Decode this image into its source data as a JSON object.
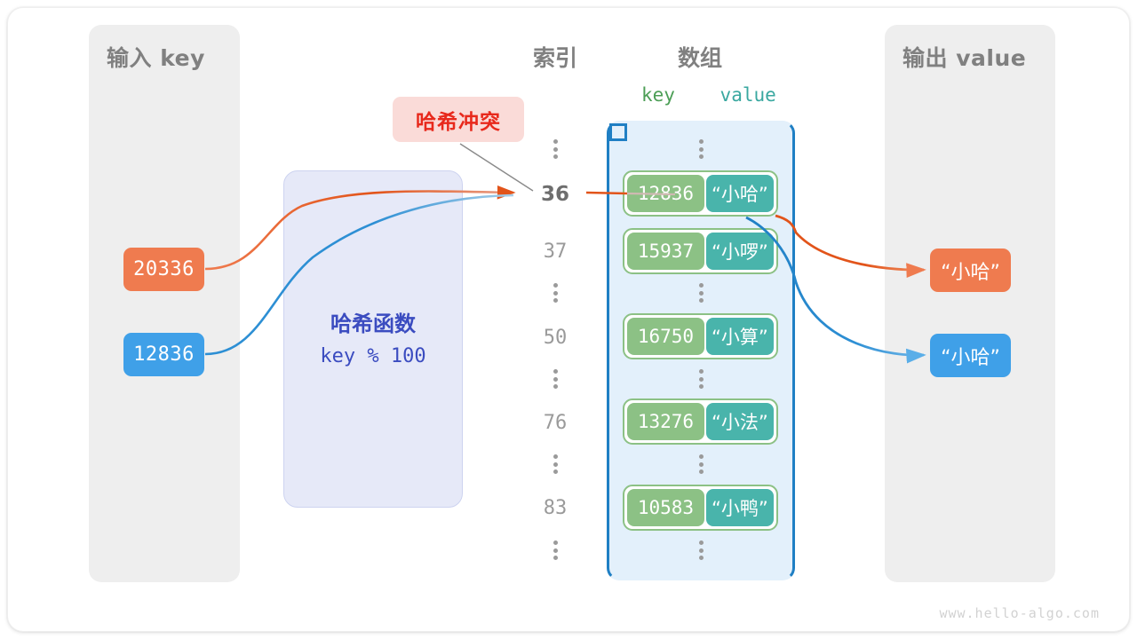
{
  "diagram": {
    "watermark": "www.hello-algo.com",
    "colors": {
      "panel_bg": "#eeeeee",
      "hash_bg": "#e6e9f8",
      "hash_text": "#3b4cc0",
      "array_bg": "#e3f0fb",
      "array_border": "#1f7fc4",
      "key_cell": "#8cc185",
      "value_cell": "#49b4ab",
      "orange": "#ef7b4f",
      "blue": "#3fa0e8",
      "collision_bg": "#fadbd8",
      "collision_text": "#e8291c",
      "label_gray": "#808080"
    }
  },
  "input_panel": {
    "title": "输入 key",
    "keys": [
      {
        "label": "20336",
        "color": "orange"
      },
      {
        "label": "12836",
        "color": "blue"
      }
    ]
  },
  "hash_function": {
    "title": "哈希函数",
    "formula": "key % 100"
  },
  "collision": {
    "label": "哈希冲突"
  },
  "index_column": {
    "title": "索引",
    "entries": [
      {
        "type": "dots"
      },
      {
        "type": "index",
        "label": "36",
        "highlight": true
      },
      {
        "type": "index",
        "label": "37",
        "highlight": false
      },
      {
        "type": "dots"
      },
      {
        "type": "index",
        "label": "50",
        "highlight": false
      },
      {
        "type": "dots"
      },
      {
        "type": "index",
        "label": "76",
        "highlight": false
      },
      {
        "type": "dots"
      },
      {
        "type": "index",
        "label": "83",
        "highlight": false
      },
      {
        "type": "dots"
      }
    ]
  },
  "array_column": {
    "title": "数组",
    "legend_key": "key",
    "legend_value": "value",
    "rows": [
      {
        "type": "dots"
      },
      {
        "type": "pair",
        "key": "12836",
        "value": "“小哈”"
      },
      {
        "type": "pair",
        "key": "15937",
        "value": "“小啰”"
      },
      {
        "type": "dots"
      },
      {
        "type": "pair",
        "key": "16750",
        "value": "“小算”"
      },
      {
        "type": "dots"
      },
      {
        "type": "pair",
        "key": "13276",
        "value": "“小法”"
      },
      {
        "type": "dots"
      },
      {
        "type": "pair",
        "key": "10583",
        "value": "“小鸭”"
      },
      {
        "type": "dots"
      }
    ]
  },
  "output_panel": {
    "title": "输出 value",
    "values": [
      {
        "label": "“小哈”",
        "color": "orange"
      },
      {
        "label": "“小哈”",
        "color": "blue"
      }
    ]
  }
}
